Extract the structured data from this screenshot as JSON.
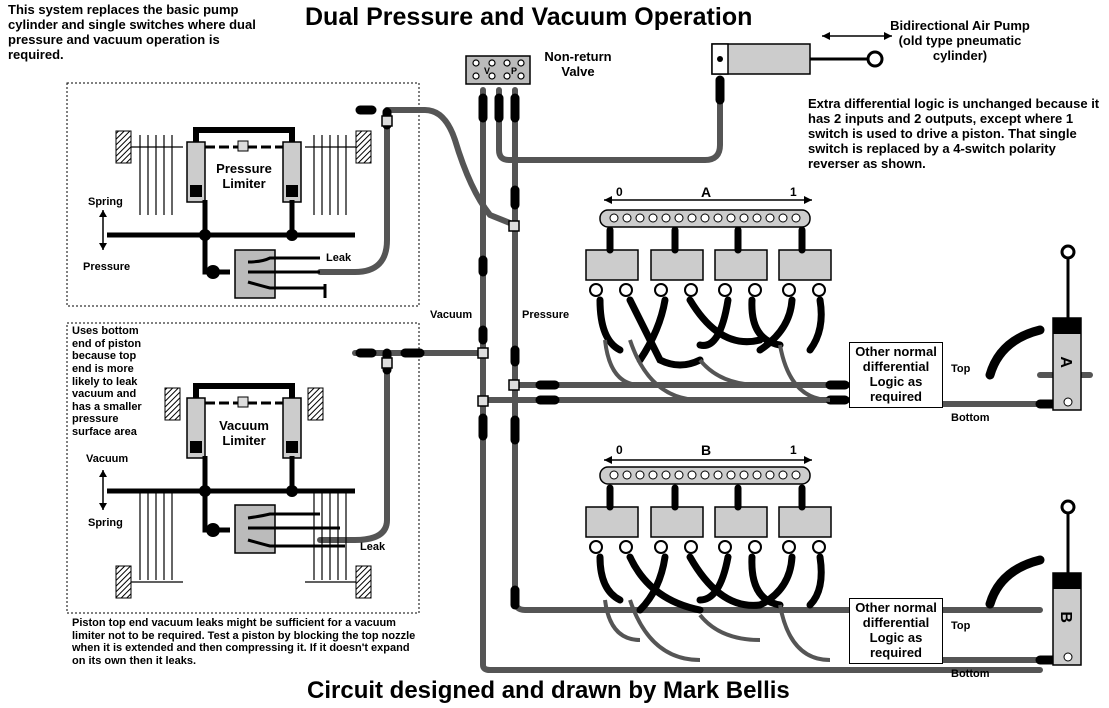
{
  "header": {
    "title": "Dual Pressure and Vacuum Operation",
    "intro": "This system replaces the basic pump cylinder and single switches where dual pressure and vacuum operation is required."
  },
  "pump": {
    "label": "Bidirectional Air Pump (old type pneumatic cylinder)"
  },
  "valve": {
    "label": "Non-return Valve",
    "mark_v": "V",
    "mark_p": "P"
  },
  "notes": {
    "logic": "Extra differential logic is unchanged because it has 2 inputs and 2 outputs, except where 1 switch is used to drive a piston.  That single switch is replaced by a 4-switch polarity reverser as shown.",
    "vacuum_piston": "Uses bottom end of piston because top end is more likely to leak vacuum and has a smaller pressure surface area",
    "leak_test": "Piston top end vacuum leaks might be sufficient for a vacuum limiter not to be required.  Test a piston by blocking the top nozzle when it is extended and then compressing it.  If it doesn't expand on its own then it leaks."
  },
  "pressure_limiter": {
    "label": "Pressure Limiter",
    "spring": "Spring",
    "pressure": "Pressure",
    "leak": "Leak"
  },
  "vacuum_limiter": {
    "label": "Vacuum Limiter",
    "vacuum": "Vacuum",
    "spring": "Spring",
    "leak": "Leak"
  },
  "lines": {
    "vacuum": "Vacuum",
    "pressure": "Pressure"
  },
  "switch_bank_a": {
    "name": "A",
    "start": "0",
    "end": "1",
    "logic": "Other normal differential Logic as required",
    "top": "Top",
    "bottom": "Bottom",
    "piston": "A"
  },
  "switch_bank_b": {
    "name": "B",
    "start": "0",
    "end": "1",
    "logic": "Other normal differential Logic as required",
    "top": "Top",
    "bottom": "Bottom",
    "piston": "B"
  },
  "footer": {
    "credit": "Circuit designed and drawn by Mark Bellis"
  }
}
